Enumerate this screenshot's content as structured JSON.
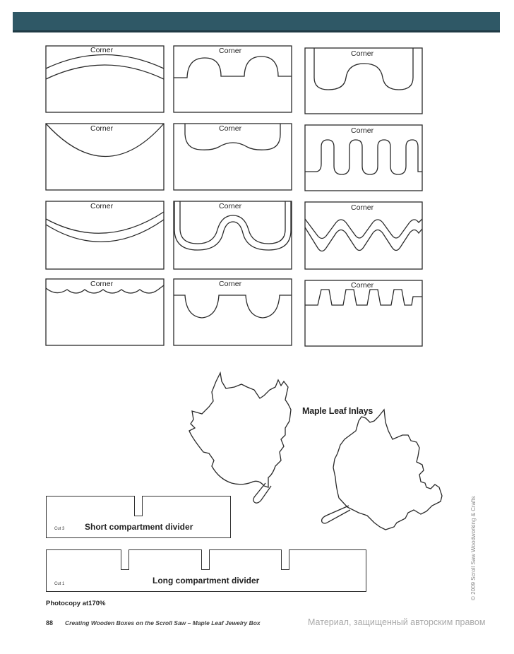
{
  "panels": {
    "corner_label": "Corner"
  },
  "leaf": {
    "title": "Maple Leaf Inlays"
  },
  "dividers": {
    "short": {
      "cut": "Cut 3",
      "name": "Short compartment divider"
    },
    "long": {
      "cut": "Cut 1",
      "name": "Long compartment divider"
    }
  },
  "note": "Photocopy at170%",
  "footer": {
    "page_number": "88",
    "title": "Creating Wooden Boxes on the Scroll Saw – Maple Leaf Jewelry Box"
  },
  "watermark": "Материал, защищенный авторским правом",
  "copyright": "© 2009  Scroll Saw Woodworking & Crafts"
}
